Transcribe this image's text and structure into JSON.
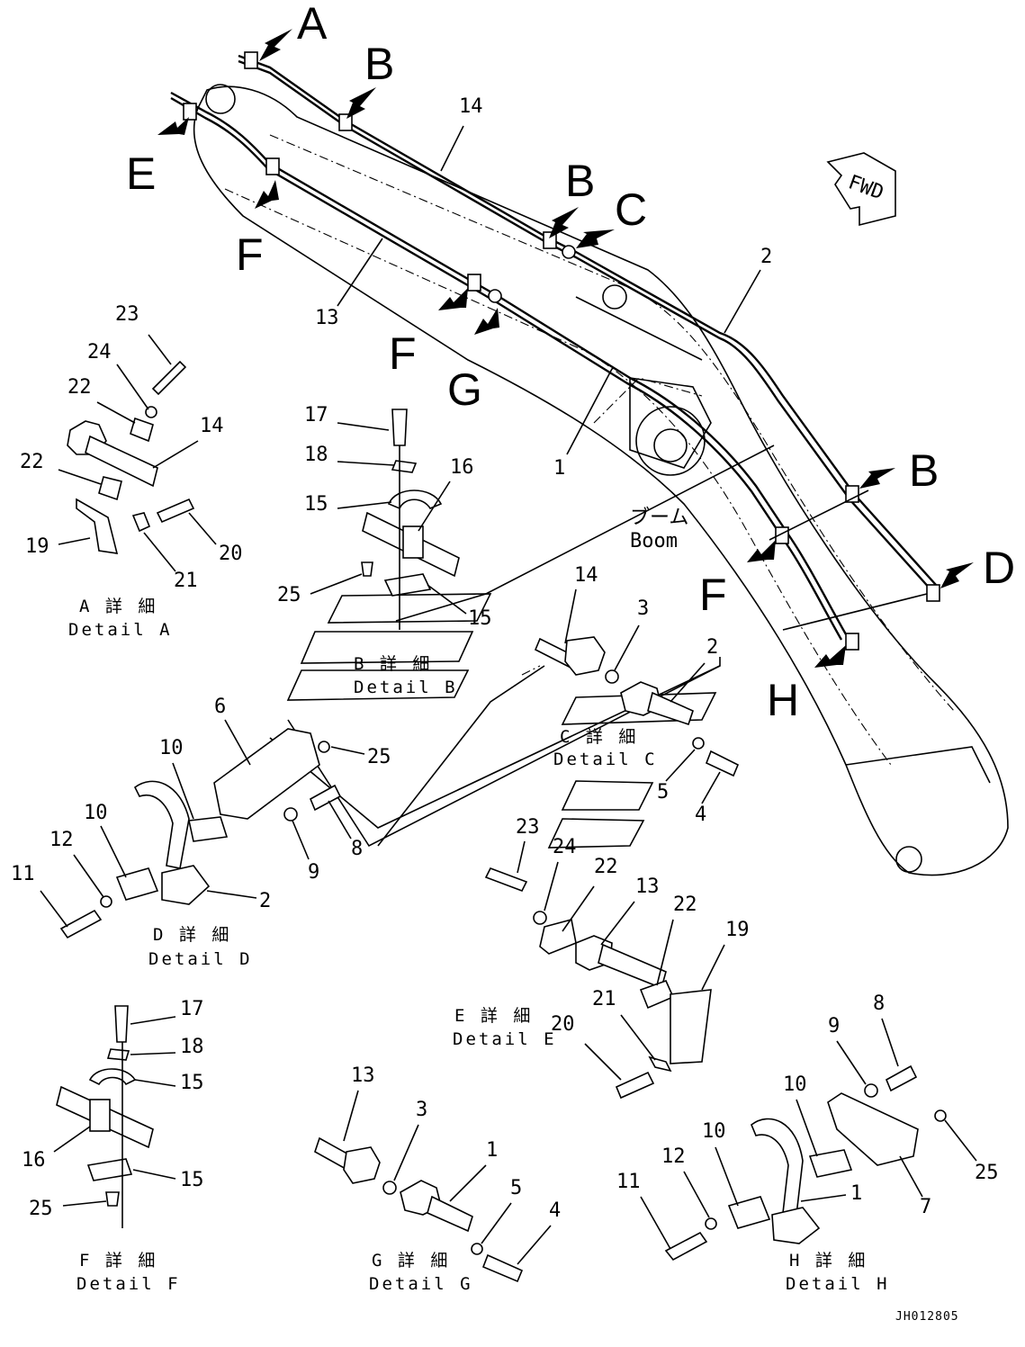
{
  "drawing_ref": "JH012805",
  "fwd_label": "FWD",
  "boom_label": {
    "jp": "ブーム",
    "en": "Boom"
  },
  "detail_letters": {
    "A": "A",
    "B": "B",
    "C": "C",
    "D": "D",
    "E": "E",
    "F": "F",
    "G": "G",
    "H": "H"
  },
  "details": [
    {
      "id": "A",
      "jp": "A 詳 細",
      "en": "Detail A"
    },
    {
      "id": "B",
      "jp": "B 詳 細",
      "en": "Detail B"
    },
    {
      "id": "C",
      "jp": "C 詳 細",
      "en": "Detail C"
    },
    {
      "id": "D",
      "jp": "D 詳 細",
      "en": "Detail D"
    },
    {
      "id": "E",
      "jp": "E 詳 細",
      "en": "Detail E"
    },
    {
      "id": "F",
      "jp": "F 詳 細",
      "en": "Detail F"
    },
    {
      "id": "G",
      "jp": "G 詳 細",
      "en": "Detail G"
    },
    {
      "id": "H",
      "jp": "H 詳 細",
      "en": "Detail H"
    }
  ],
  "part_numbers": {
    "main": [
      "14",
      "13",
      "2",
      "1"
    ],
    "detail_a": [
      "23",
      "24",
      "22",
      "14",
      "22",
      "19",
      "21",
      "20"
    ],
    "detail_b": [
      "17",
      "18",
      "16",
      "15",
      "25",
      "15"
    ],
    "detail_c": [
      "14",
      "3",
      "2",
      "5",
      "4"
    ],
    "detail_d": [
      "6",
      "10",
      "25",
      "10",
      "12",
      "11",
      "9",
      "8",
      "2"
    ],
    "detail_e": [
      "23",
      "24",
      "22",
      "13",
      "22",
      "19",
      "21",
      "20"
    ],
    "detail_f": [
      "17",
      "18",
      "15",
      "16",
      "15",
      "25"
    ],
    "detail_g": [
      "13",
      "3",
      "1",
      "5",
      "4"
    ],
    "detail_h": [
      "8",
      "9",
      "10",
      "10",
      "12",
      "11",
      "1",
      "25",
      "7"
    ]
  }
}
